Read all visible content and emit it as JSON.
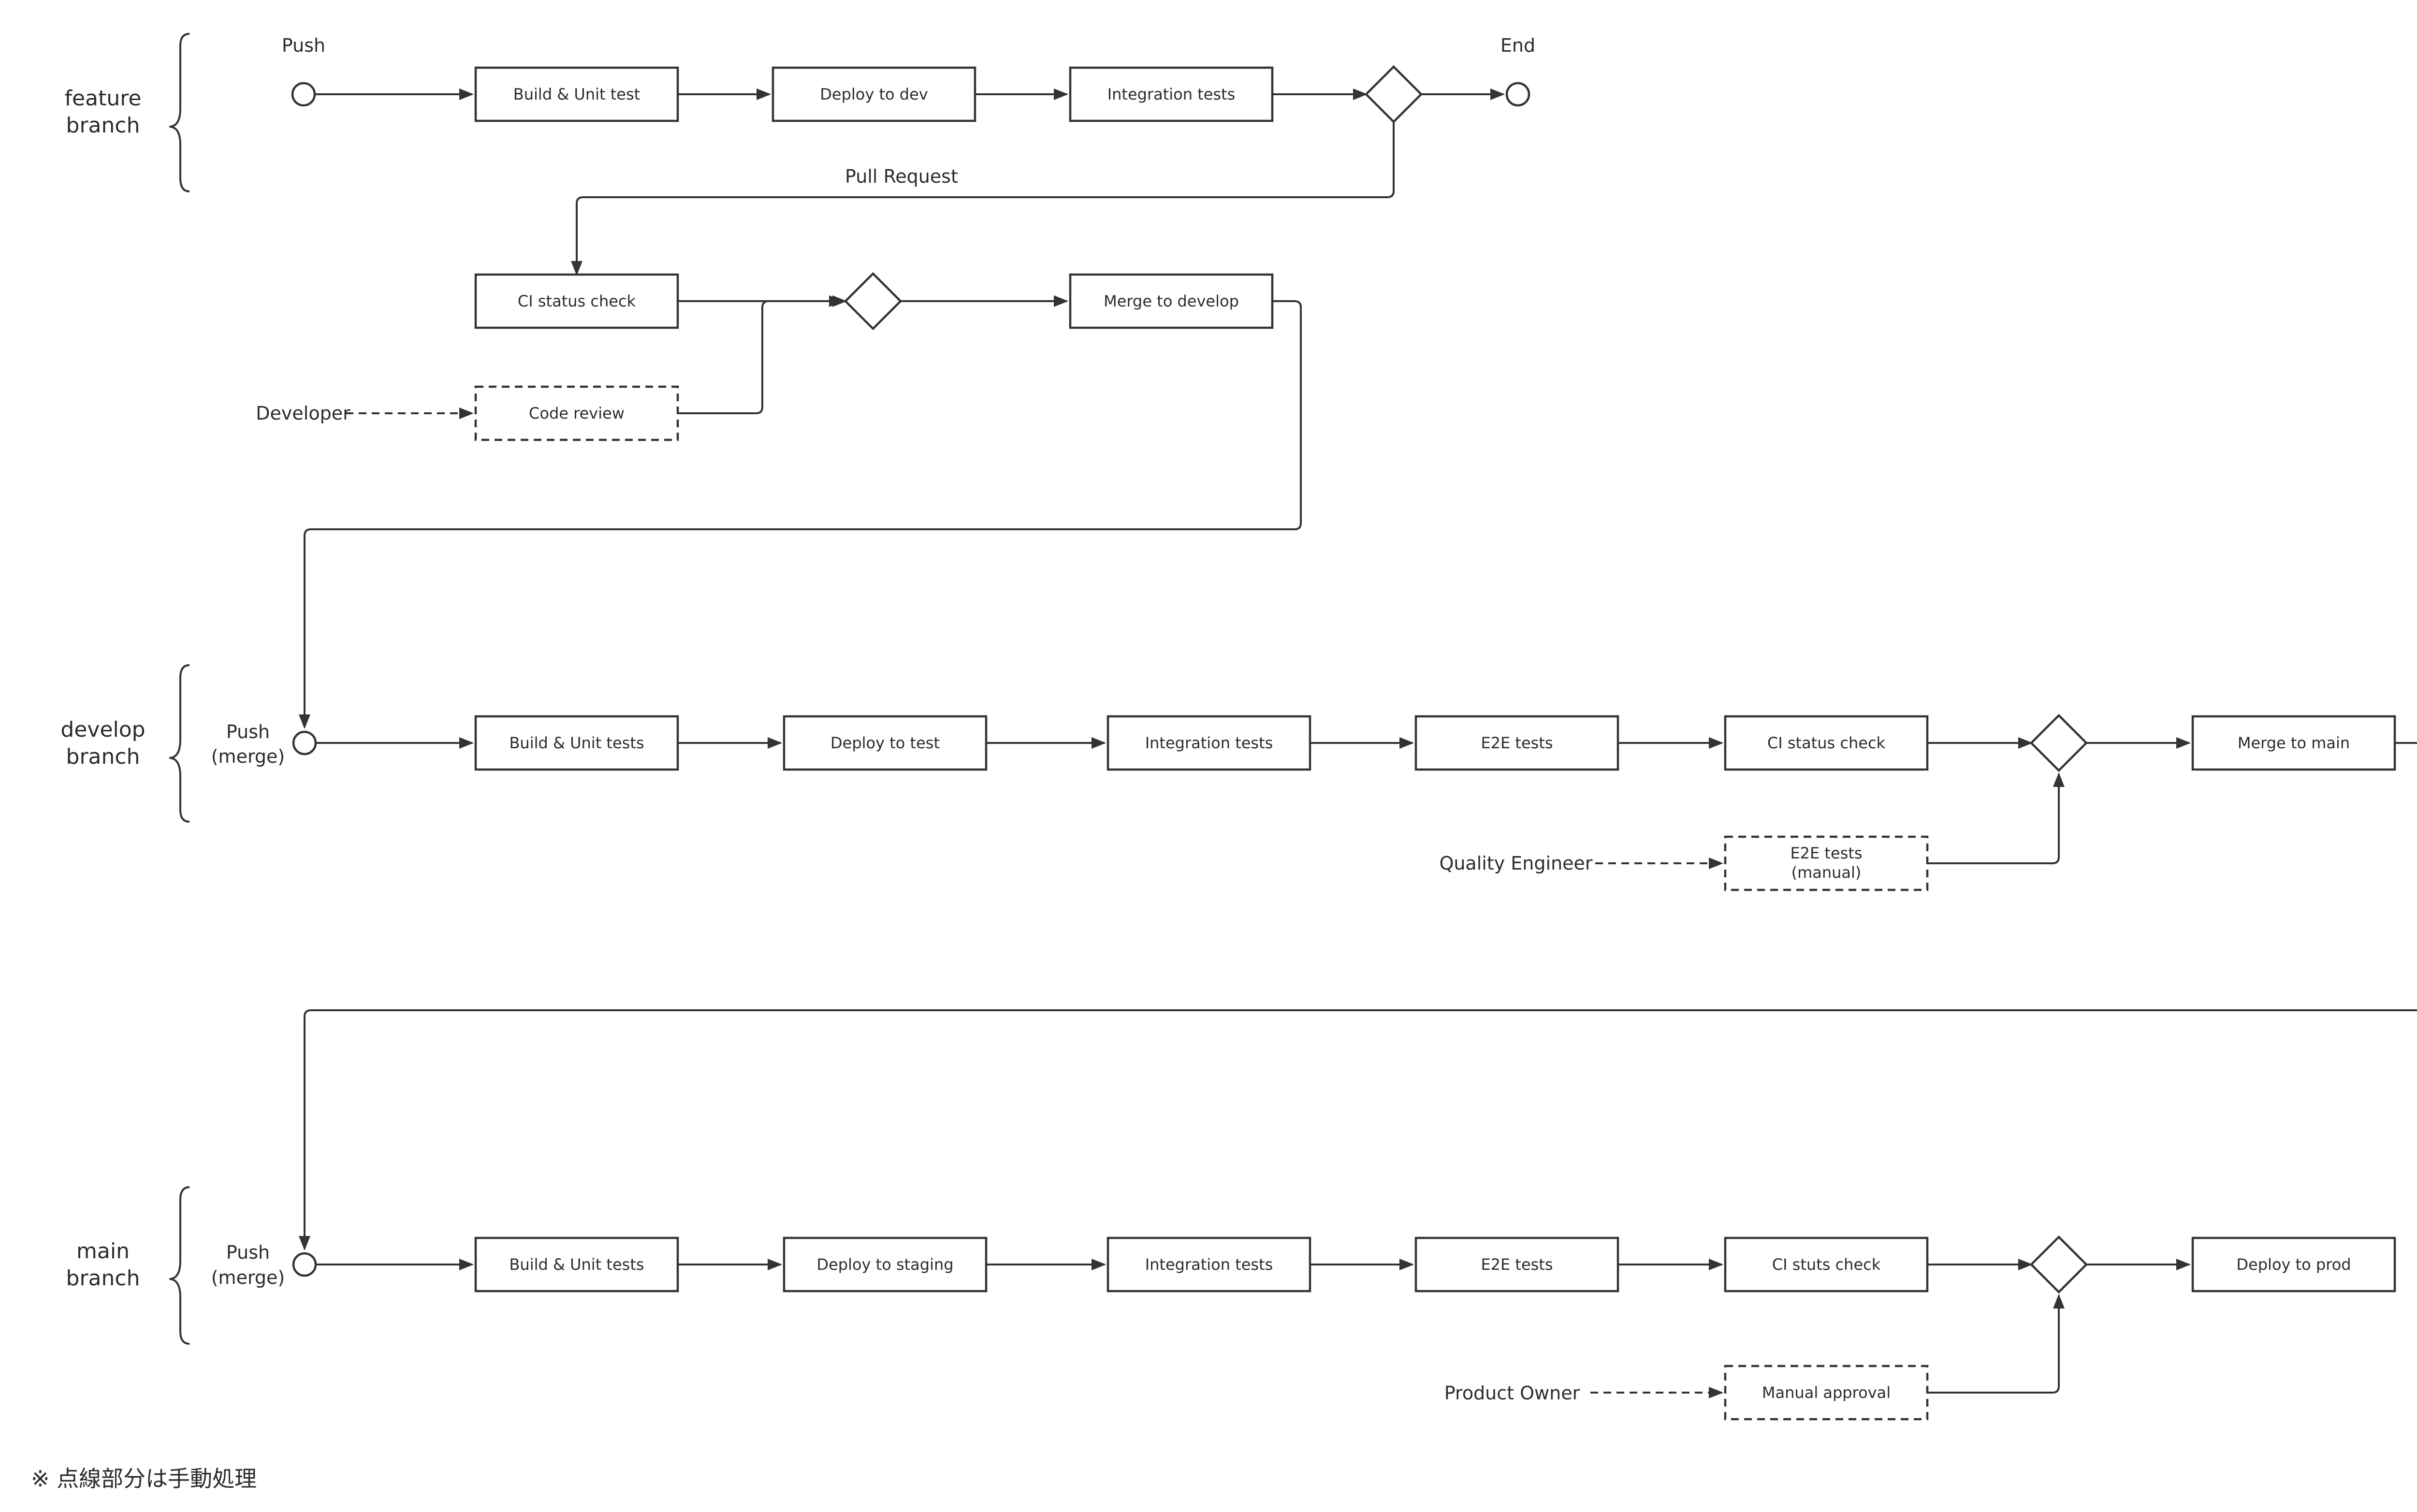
{
  "lanes": {
    "feature": {
      "line1": "feature",
      "line2": "branch"
    },
    "develop": {
      "line1": "develop",
      "line2": "branch"
    },
    "main": {
      "line1": "main",
      "line2": "branch"
    }
  },
  "labels": {
    "push": "Push",
    "end": "End",
    "pull_request": "Pull Request",
    "push_merge_line1": "Push",
    "push_merge_line2": "(merge)",
    "developer": "Developer",
    "quality_engineer": "Quality Engineer",
    "product_owner": "Product Owner"
  },
  "feature_steps": {
    "build": "Build & Unit test",
    "deploy": "Deploy to dev",
    "integration": "Integration tests"
  },
  "pr_steps": {
    "ci_check": "CI status check",
    "code_review": "Code review",
    "merge": "Merge to develop"
  },
  "develop_steps": {
    "build": "Build & Unit tests",
    "deploy": "Deploy to test",
    "integration": "Integration tests",
    "e2e": "E2E tests",
    "ci_check": "CI status check",
    "merge": "Merge to main",
    "e2e_manual_line1": "E2E tests",
    "e2e_manual_line2": "(manual)"
  },
  "main_steps": {
    "build": "Build & Unit tests",
    "deploy_staging": "Deploy to staging",
    "integration": "Integration tests",
    "e2e": "E2E tests",
    "ci_check": "CI stuts check",
    "deploy_prod": "Deploy to prod",
    "manual_approval": "Manual approval"
  },
  "footnote": "※ 点線部分は手動処理"
}
